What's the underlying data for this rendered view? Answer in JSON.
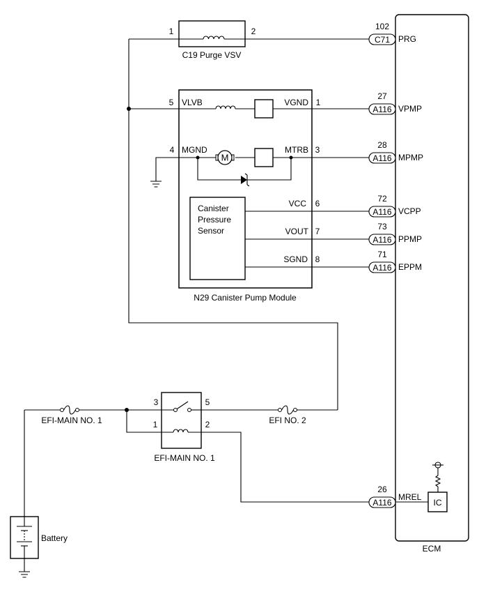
{
  "components": {
    "purge_vsv": {
      "label": "C19  Purge VSV",
      "pin_1": "1",
      "pin_2": "2"
    },
    "canister_pump_module": {
      "label": "N29  Canister Pump Module",
      "sensor_label": [
        "Canister",
        "Pressure",
        "Sensor"
      ],
      "pins": [
        {
          "num": "5",
          "name": "VLVB"
        },
        {
          "num": "1",
          "name": "VGND"
        },
        {
          "num": "4",
          "name": "MGND"
        },
        {
          "num": "3",
          "name": "MTRB"
        },
        {
          "num": "6",
          "name": "VCC"
        },
        {
          "num": "7",
          "name": "VOUT"
        },
        {
          "num": "8",
          "name": "SGND"
        }
      ],
      "motor_symbol": "M"
    },
    "efi_main_relay": {
      "label": "EFI-MAIN NO. 1",
      "pin_3": "3",
      "pin_5": "5",
      "pin_1": "1",
      "pin_2": "2"
    },
    "fuse_efi_main": {
      "label": "EFI-MAIN NO. 1"
    },
    "fuse_efi_no2": {
      "label": "EFI NO. 2"
    },
    "battery": {
      "label": "Battery"
    },
    "ecm": {
      "label": "ECM",
      "ic_label": "IC",
      "terminals": [
        {
          "num": "102",
          "connector": "C71",
          "name": "PRG"
        },
        {
          "num": "27",
          "connector": "A116",
          "name": "VPMP"
        },
        {
          "num": "28",
          "connector": "A116",
          "name": "MPMP"
        },
        {
          "num": "72",
          "connector": "A116",
          "name": "VCPP"
        },
        {
          "num": "73",
          "connector": "A116",
          "name": "PPMP"
        },
        {
          "num": "71",
          "connector": "A116",
          "name": "EPPM"
        },
        {
          "num": "26",
          "connector": "A116",
          "name": "MREL"
        }
      ]
    }
  }
}
